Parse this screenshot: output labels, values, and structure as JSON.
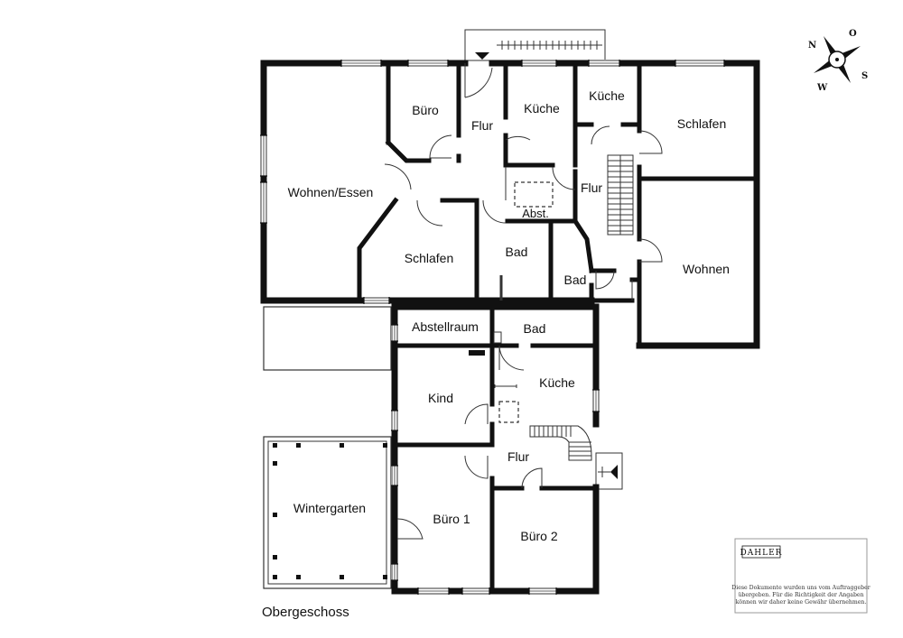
{
  "floor_title": "Obergeschoss",
  "rooms": {
    "wohnen_essen": "Wohnen/Essen",
    "buero": "Büro",
    "flur_top": "Flur",
    "kueche_top": "Küche",
    "kueche_top_right": "Küche",
    "schlafen_right": "Schlafen",
    "flur_right": "Flur",
    "abst": "Abst.",
    "schlafen_mid": "Schlafen",
    "bad_mid": "Bad",
    "bad_small": "Bad",
    "wohnen_right": "Wohnen",
    "abstellraum": "Abstellraum",
    "bad_lower": "Bad",
    "kueche_lower": "Küche",
    "kind": "Kind",
    "flur_lower": "Flur",
    "wintergarten": "Wintergarten",
    "buero_1": "Büro 1",
    "buero_2": "Büro 2"
  },
  "compass": {
    "n": "N",
    "o": "O",
    "s": "S",
    "w": "W"
  },
  "stamp": {
    "brand": "DAHLER",
    "line1": "Diese Dokumente wurden uns vom Auftraggeber",
    "line2": "übergeben. Für die Richtigkeit der Angaben",
    "line3": "können wir daher keine Gewähr übernehmen."
  },
  "colors": {
    "wall": "#111111",
    "window": "#ffffff",
    "line": "#333333"
  }
}
